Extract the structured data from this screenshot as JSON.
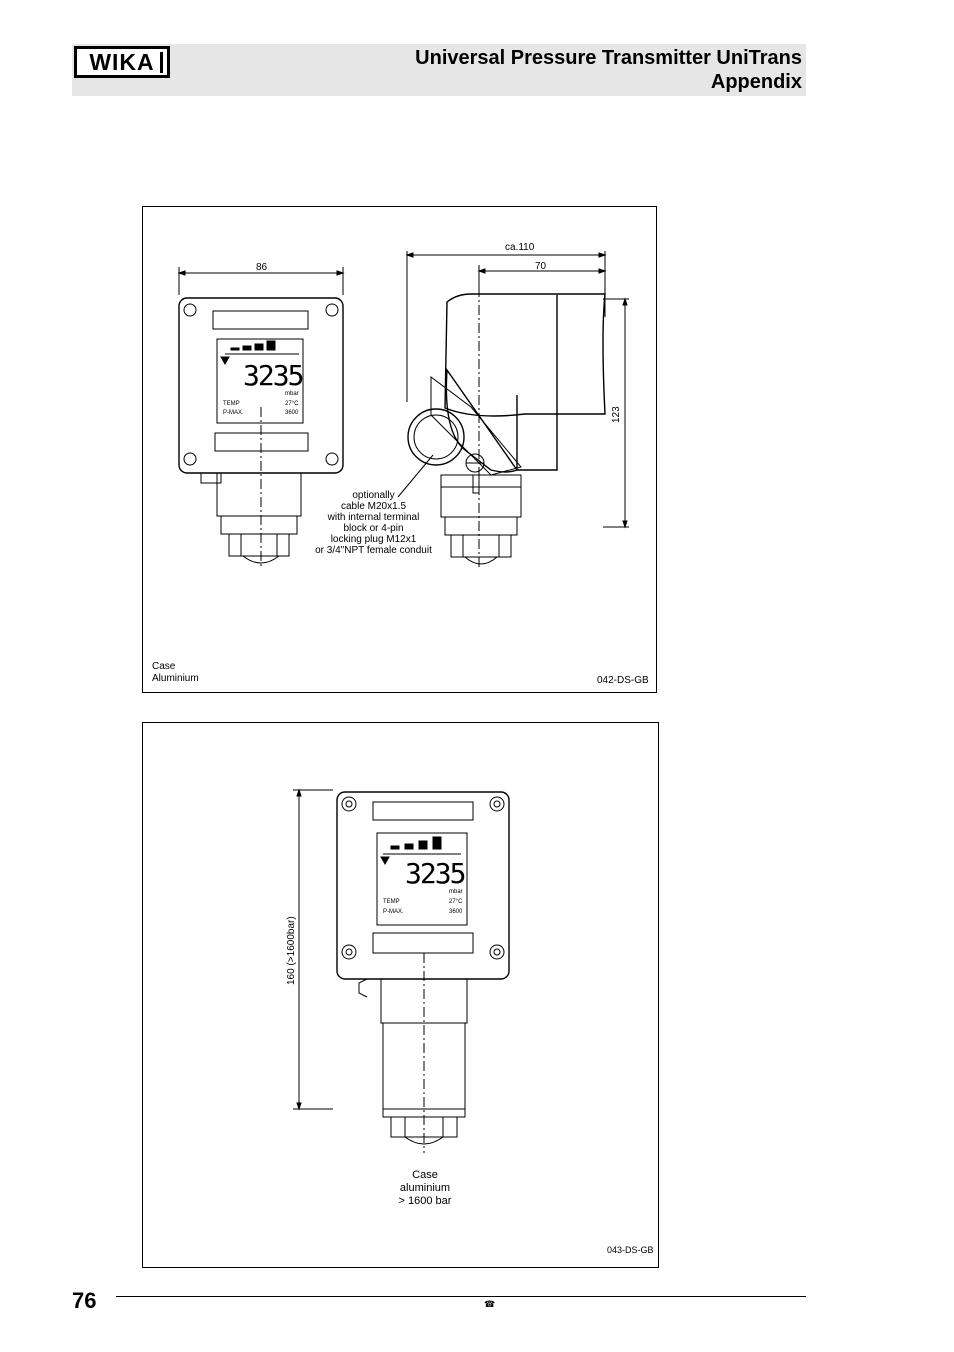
{
  "header": {
    "logo_text": "WIKA",
    "title_line1": "Universal Pressure Transmitter UniTrans",
    "title_line2": "Appendix"
  },
  "drawing1": {
    "dim_width_front": "86",
    "dim_width_side": "ca.110",
    "dim_depth": "70",
    "dim_height": "123",
    "display_value": "3235",
    "display_unit": "mbar",
    "display_temp_label": "TEMP",
    "display_temp_value": "27°C",
    "display_pmax_label": "P-MAX.",
    "display_pmax_value": "3600",
    "note_lines": [
      "optionally",
      "cable M20x1.5",
      "with internal terminal",
      "block or 4-pin",
      "locking plug M12x1",
      "or 3/4\"NPT female conduit"
    ],
    "case_line1": "Case",
    "case_line2": "Aluminium",
    "code": "042-DS-GB"
  },
  "drawing2": {
    "dim_height": "160 (>1600bar)",
    "display_value": "3235",
    "display_unit": "mbar",
    "display_temp_label": "TEMP",
    "display_temp_value": "27°C",
    "display_pmax_label": "P-MAX.",
    "display_pmax_value": "3600",
    "case_lines": [
      "Case",
      "aluminium",
      "> 1600 bar"
    ],
    "code": "043-DS-GB"
  },
  "footer": {
    "page_number": "76",
    "phone_icon": "phone-icon"
  }
}
